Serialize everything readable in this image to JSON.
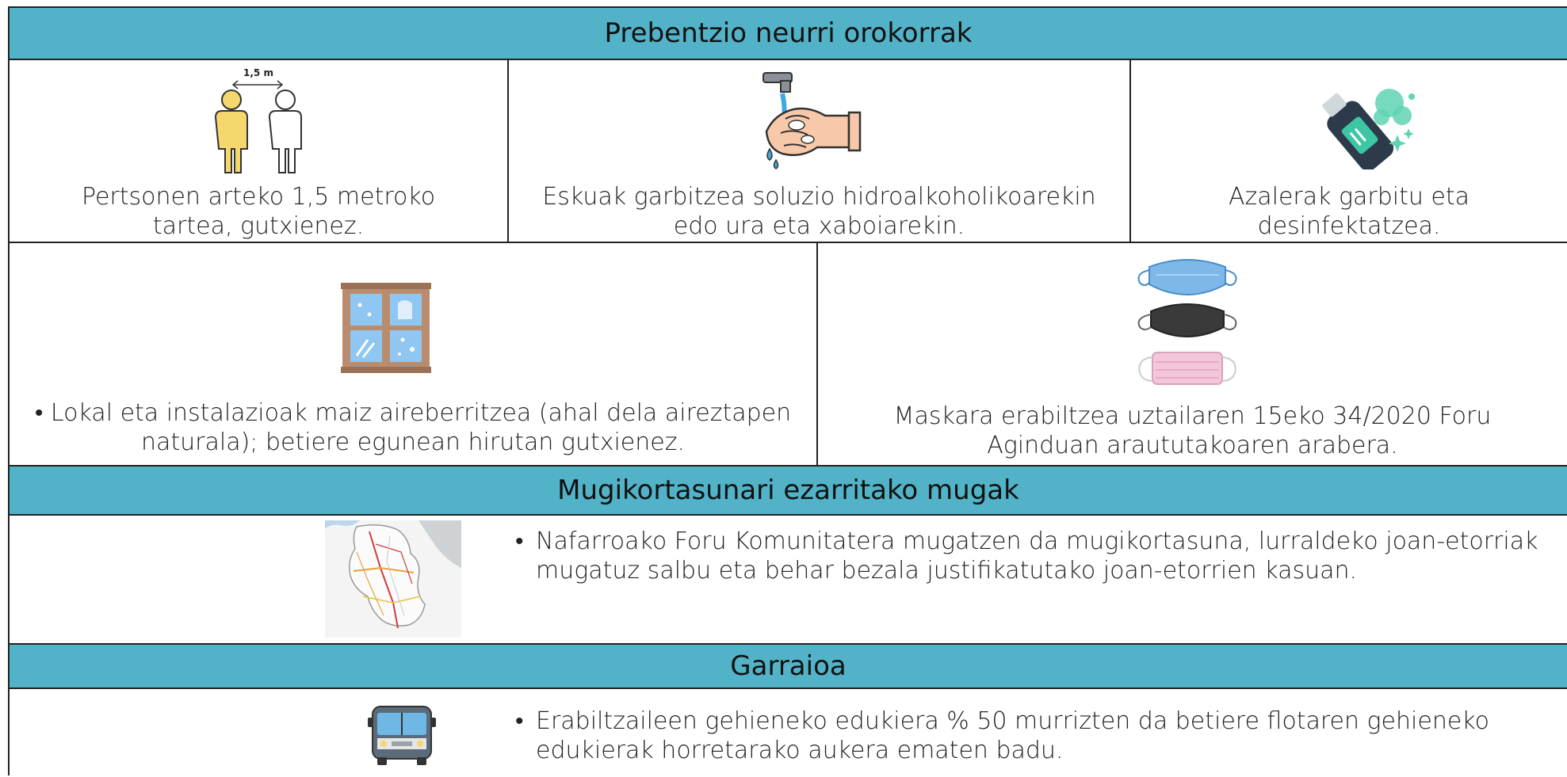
{
  "sections": {
    "prevention": {
      "title": "Prebentzio neurri orokorrak",
      "distance": {
        "label": "1,5 m",
        "caption_line1": "Pertsonen arteko 1,5 metroko",
        "caption_line2": "tartea, gutxienez."
      },
      "handwash": {
        "caption_line1": "Eskuak garbitzea soluzio hidroalkoholikoarekin",
        "caption_line2": "edo ura eta xaboiarekin."
      },
      "surfaces": {
        "caption_line1": "Azalerak garbitu eta",
        "caption_line2": "desinfektatzea."
      },
      "ventilation": {
        "bullet": "•",
        "caption_line1": "Lokal eta instalazioak maiz aireberritzea (ahal dela aireztapen",
        "caption_line2": "naturala); betiere egunean hirutan gutxienez."
      },
      "masks": {
        "caption_line1": "Maskara erabiltzea uztailaren 15eko 34/2020 Foru",
        "caption_line2": "Aginduan araututakoaren arabera."
      }
    },
    "mobility": {
      "title": "Mugikortasunari ezarritako mugak",
      "bullet": "•",
      "text_line1": "Nafarroako Foru Komunitatera mugatzen da mugikortasuna, lurraldeko joan-etorriak",
      "text_line2": "mugatuz salbu eta behar bezala justifikatutako joan-etorrien kasuan."
    },
    "transport": {
      "title": "Garraioa",
      "bullet": "•",
      "text_line1": "Erabiltzaileen gehieneko edukiera % 50 murrizten da betiere flotaren gehieneko",
      "text_line2": "edukierak horretarako aukera ematen badu."
    }
  },
  "colors": {
    "header_bg": "#52b3c8",
    "border": "#222222"
  }
}
